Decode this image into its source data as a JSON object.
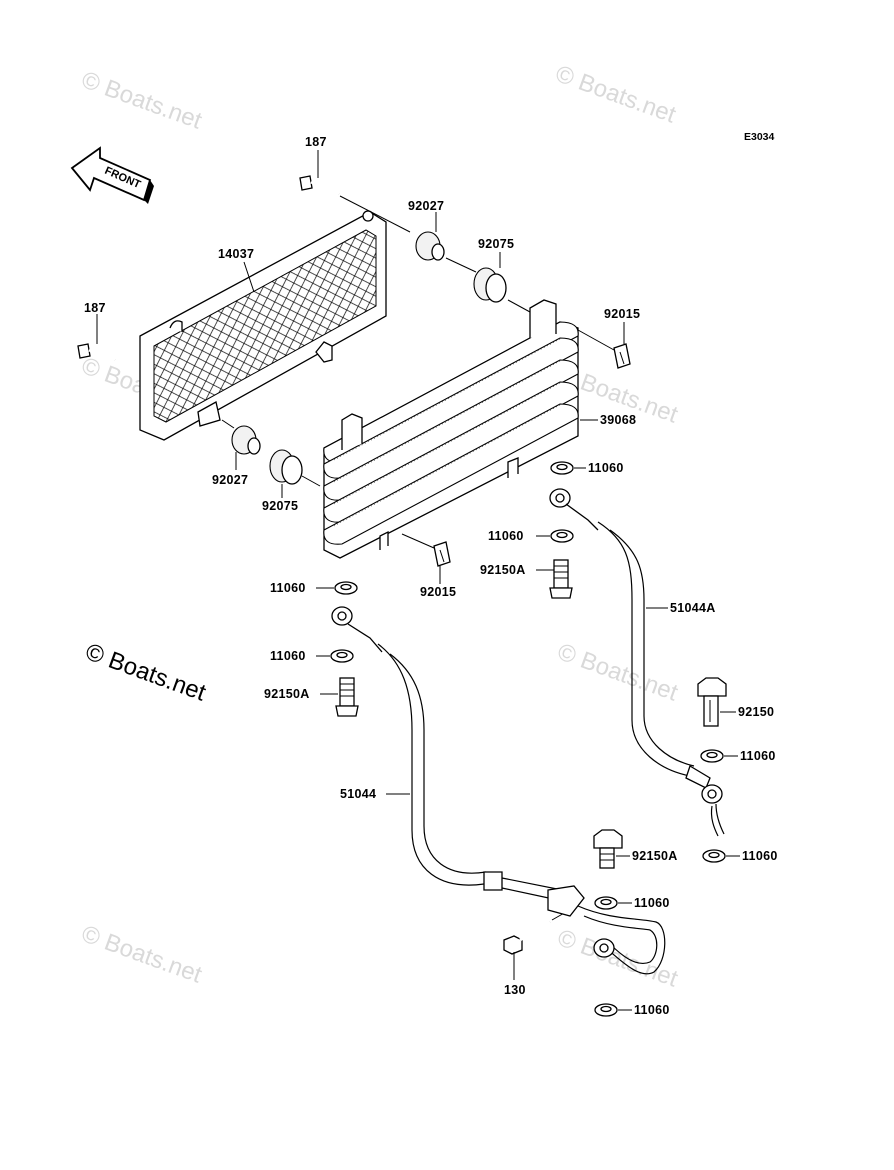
{
  "diagram_code": "E3034",
  "front_arrow_label": "FRONT",
  "watermarks": {
    "small": "© Boats.net",
    "large": "© Boats.net"
  },
  "parts": {
    "bolt_top": "187",
    "bolt_left": "187",
    "screen": "14037",
    "collar_top": "92027",
    "grommet_top": "92075",
    "clip_right": "92015",
    "cooler": "39068",
    "washer_a": "11060",
    "collar_bottom": "92027",
    "grommet_bottom": "92075",
    "washer_b": "11060",
    "clip_bottom": "92015",
    "bolt_92150a_upper": "92150A",
    "hose_right": "51044A",
    "washer_c": "11060",
    "washer_d": "11060",
    "bolt_92150a_left": "92150A",
    "hose_left": "51044",
    "bolt_92150": "92150",
    "washer_e": "11060",
    "bolt_92150a_lower": "92150A",
    "washer_f": "11060",
    "washer_g": "11060",
    "bolt_130": "130",
    "washer_h": "11060"
  }
}
